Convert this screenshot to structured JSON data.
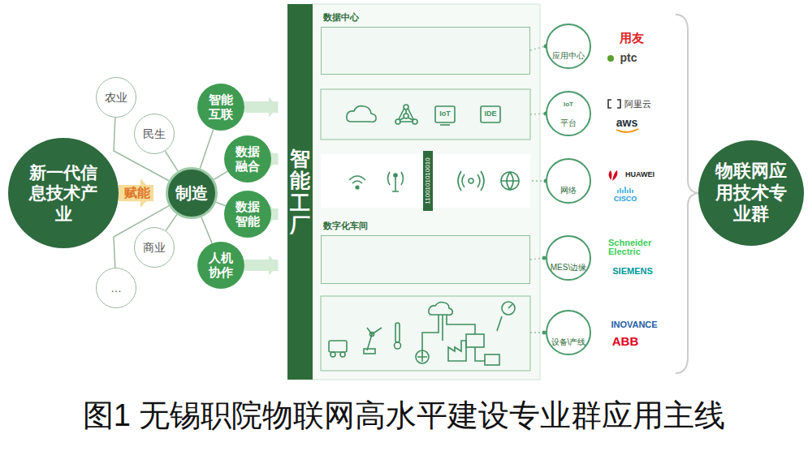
{
  "diagram": {
    "caption": "图1 无锡职院物联网高水平建设专业群应用主线",
    "nodes": [
      {
        "text": [
          "新一代信息技术产业"
        ]
      },
      {
        "text": [
          "制造"
        ]
      },
      {
        "text": [
          "农业"
        ]
      },
      {
        "text": [
          "民生"
        ]
      },
      {
        "text": [
          "商业"
        ]
      },
      {
        "text": [
          "…"
        ]
      },
      {
        "text": [
          "智能互联"
        ]
      },
      {
        "text": [
          "数据融合"
        ]
      },
      {
        "text": [
          "数据智能"
        ]
      },
      {
        "text": [
          "人机协作"
        ]
      },
      {
        "text": [
          "智能工厂"
        ]
      },
      {
        "text": [
          "数据中心"
        ]
      },
      {
        "text": [
          "数字化车间"
        ]
      },
      {
        "text": [
          "应用中心"
        ]
      },
      {
        "text": [
          "平台"
        ]
      },
      {
        "text": [
          "网络"
        ]
      },
      {
        "text": [
          "MES\\边缘"
        ]
      },
      {
        "text": [
          "设备\\产线"
        ]
      },
      {
        "text": [
          "物联网应用技术专业群"
        ]
      }
    ],
    "edges": [
      {
        "from": 0,
        "to": 1,
        "arrow": "to",
        "label": "赋能"
      },
      {
        "from": 1,
        "to": 2,
        "arrow": "none"
      },
      {
        "from": 1,
        "to": 3,
        "arrow": "none"
      },
      {
        "from": 1,
        "to": 4,
        "arrow": "none"
      },
      {
        "from": 1,
        "to": 5,
        "arrow": "none"
      },
      {
        "from": 1,
        "to": 6,
        "arrow": "none"
      },
      {
        "from": 1,
        "to": 7,
        "arrow": "none"
      },
      {
        "from": 1,
        "to": 8,
        "arrow": "none"
      },
      {
        "from": 1,
        "to": 9,
        "arrow": "none"
      },
      {
        "from": 6,
        "to": 10,
        "arrow": "to"
      },
      {
        "from": 7,
        "to": 10,
        "arrow": "to"
      },
      {
        "from": 8,
        "to": 10,
        "arrow": "to"
      },
      {
        "from": 9,
        "to": 10,
        "arrow": "to"
      }
    ],
    "labels": [
      "IoT",
      "IDE",
      "1100101010010",
      "IoT",
      "用友",
      "ptc",
      "阿里云",
      "aws",
      "HUAWEI",
      "CISCO",
      "Schneider Electric",
      "SIEMENS",
      "INOVANCE",
      "ABB"
    ]
  }
}
